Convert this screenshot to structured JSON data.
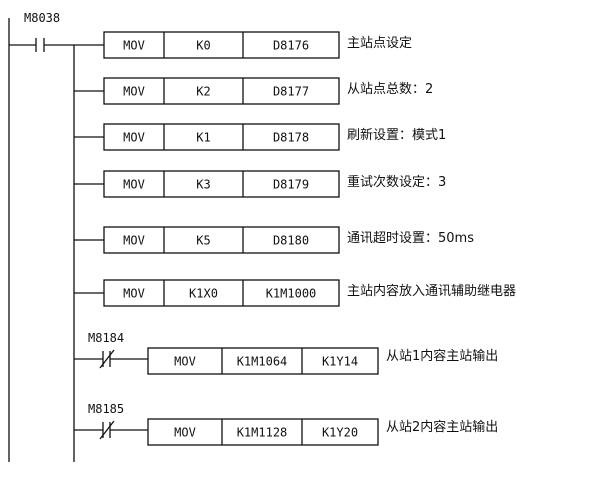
{
  "diagram": {
    "main_contact": "M8038",
    "rungs": [
      {
        "op": "MOV",
        "src": "K0",
        "dst": "D8176",
        "comment": "主站点设定"
      },
      {
        "op": "MOV",
        "src": "K2",
        "dst": "D8177",
        "comment": "从站点总数：2"
      },
      {
        "op": "MOV",
        "src": "K1",
        "dst": "D8178",
        "comment": "刷新设置：模式1"
      },
      {
        "op": "MOV",
        "src": "K3",
        "dst": "D8179",
        "comment": "重试次数设定：3"
      },
      {
        "op": "MOV",
        "src": "K5",
        "dst": "D8180",
        "comment": "通讯超时设置：50ms"
      },
      {
        "op": "MOV",
        "src": "K1X0",
        "dst": "K1M1000",
        "comment": "主站内容放入通讯辅助继电器"
      }
    ],
    "sub_rungs": [
      {
        "contact": "M8184",
        "op": "MOV",
        "src": "K1M1064",
        "dst": "K1Y14",
        "comment": "从站1内容主站输出"
      },
      {
        "contact": "M8185",
        "op": "MOV",
        "src": "K1M1128",
        "dst": "K1Y20",
        "comment": "从站2内容主站输出"
      }
    ]
  },
  "colors": {
    "line": "#111111",
    "background": "#ffffff"
  }
}
